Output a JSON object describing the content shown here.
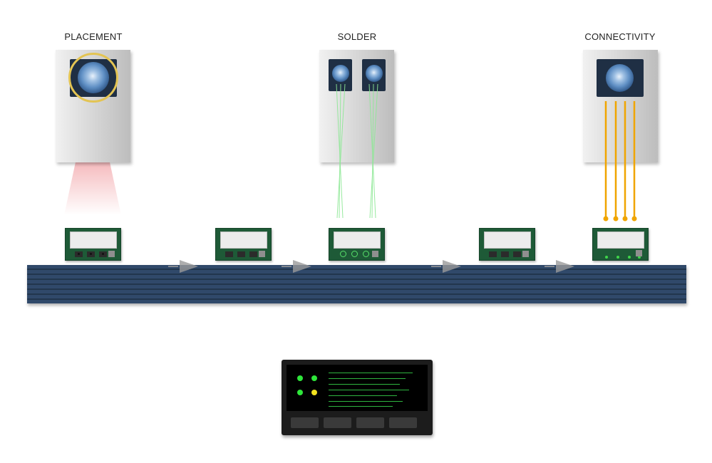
{
  "stations": [
    {
      "id": "placement",
      "title": "PLACEMENT"
    },
    {
      "id": "solder",
      "title": "SOLDER"
    },
    {
      "id": "connectivity",
      "title": "CONNECTIVITY"
    }
  ],
  "colors": {
    "conveyor": "#2c4560",
    "board": "#1e5a37",
    "laser": "#ce323c",
    "solder_beam": "#7ee08a",
    "probe": "#f0a500",
    "lens_ring": "#e3c453",
    "status_green": "#2ee63a",
    "status_yellow": "#f2e21f"
  },
  "control_panel": {
    "indicators": [
      "green",
      "green",
      "green",
      "yellow"
    ]
  }
}
